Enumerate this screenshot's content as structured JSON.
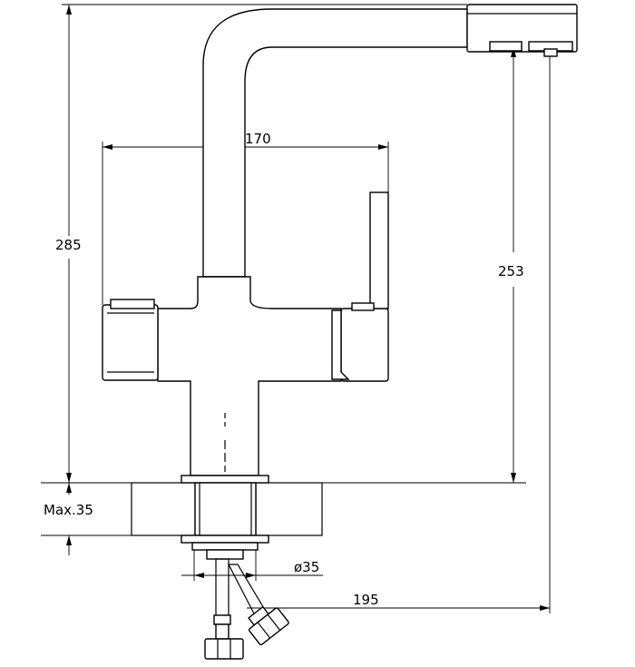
{
  "dimensions": {
    "total_height": "285",
    "body_width": "170",
    "spout_height": "253",
    "max_thickness": "Max.35",
    "hole_diameter": "ø35",
    "reach": "195"
  },
  "colors": {
    "line": "#000000",
    "background": "#ffffff",
    "hatch": "#000000"
  }
}
